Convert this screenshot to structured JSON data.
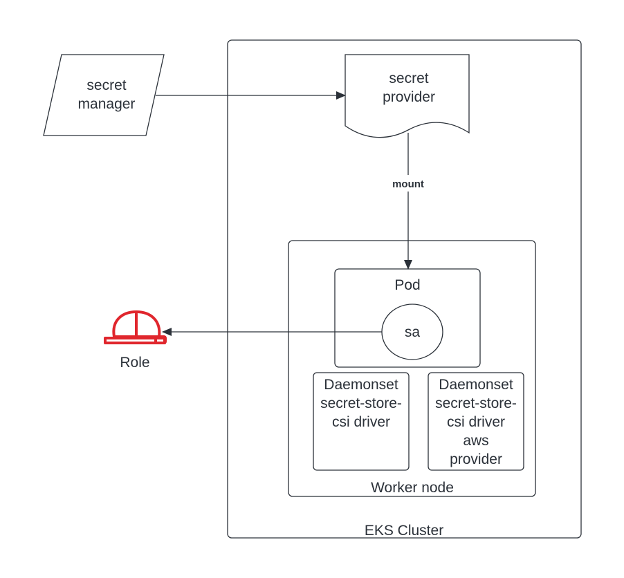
{
  "diagram": {
    "nodes": {
      "secret_manager": {
        "lines": [
          "secret",
          "manager"
        ]
      },
      "secret_provider": {
        "lines": [
          "secret",
          "provider"
        ]
      },
      "eks_cluster": {
        "label": "EKS Cluster"
      },
      "worker_node": {
        "label": "Worker node"
      },
      "pod": {
        "label": "Pod"
      },
      "sa": {
        "label": "sa"
      },
      "daemonset_csi_driver": {
        "lines": [
          "Daemonset",
          "secret-store-",
          "csi driver"
        ]
      },
      "daemonset_aws_provider": {
        "lines": [
          "Daemonset",
          "secret-store-",
          "csi driver",
          "aws",
          "provider"
        ]
      },
      "role": {
        "label": "Role",
        "icon": "hard-hat-icon"
      }
    },
    "edges": {
      "manager_to_provider": {
        "from": "secret manager",
        "to": "secret provider"
      },
      "provider_to_pod": {
        "from": "secret provider",
        "to": "Pod",
        "label": "mount"
      },
      "sa_to_role": {
        "from": "sa",
        "to": "Role"
      }
    }
  },
  "colors": {
    "stroke": "#2b3139",
    "role_icon": "#e0262d",
    "background": "#ffffff"
  }
}
